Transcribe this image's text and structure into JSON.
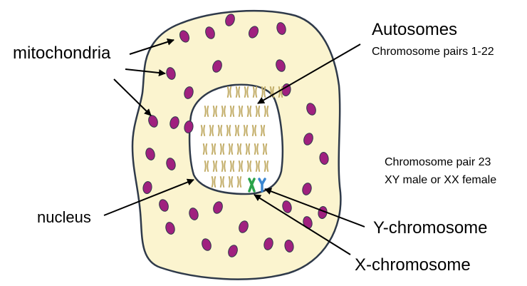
{
  "labels": {
    "mitochondria": "mitochondria",
    "autosomes": "Autosomes",
    "autosomes_sub": "Chromosome pairs 1-22",
    "pair23_line1": "Chromosome pair 23",
    "pair23_line2": "XY male or XX female",
    "nucleus": "nucleus",
    "y_chromosome": "Y-chromosome",
    "x_chromosome": "X-chromosome"
  },
  "colors": {
    "cytoplasm": "#fbf4cf",
    "outline": "#2f3a4a",
    "mitochondria": "#a0207f",
    "autosome": "#c3ae6a",
    "x_chromosome": "#2aa24a",
    "y_chromosome": "#3b86d0",
    "text": "#000000"
  },
  "autosome_rows": [
    7,
    8,
    8,
    8,
    8,
    4
  ]
}
